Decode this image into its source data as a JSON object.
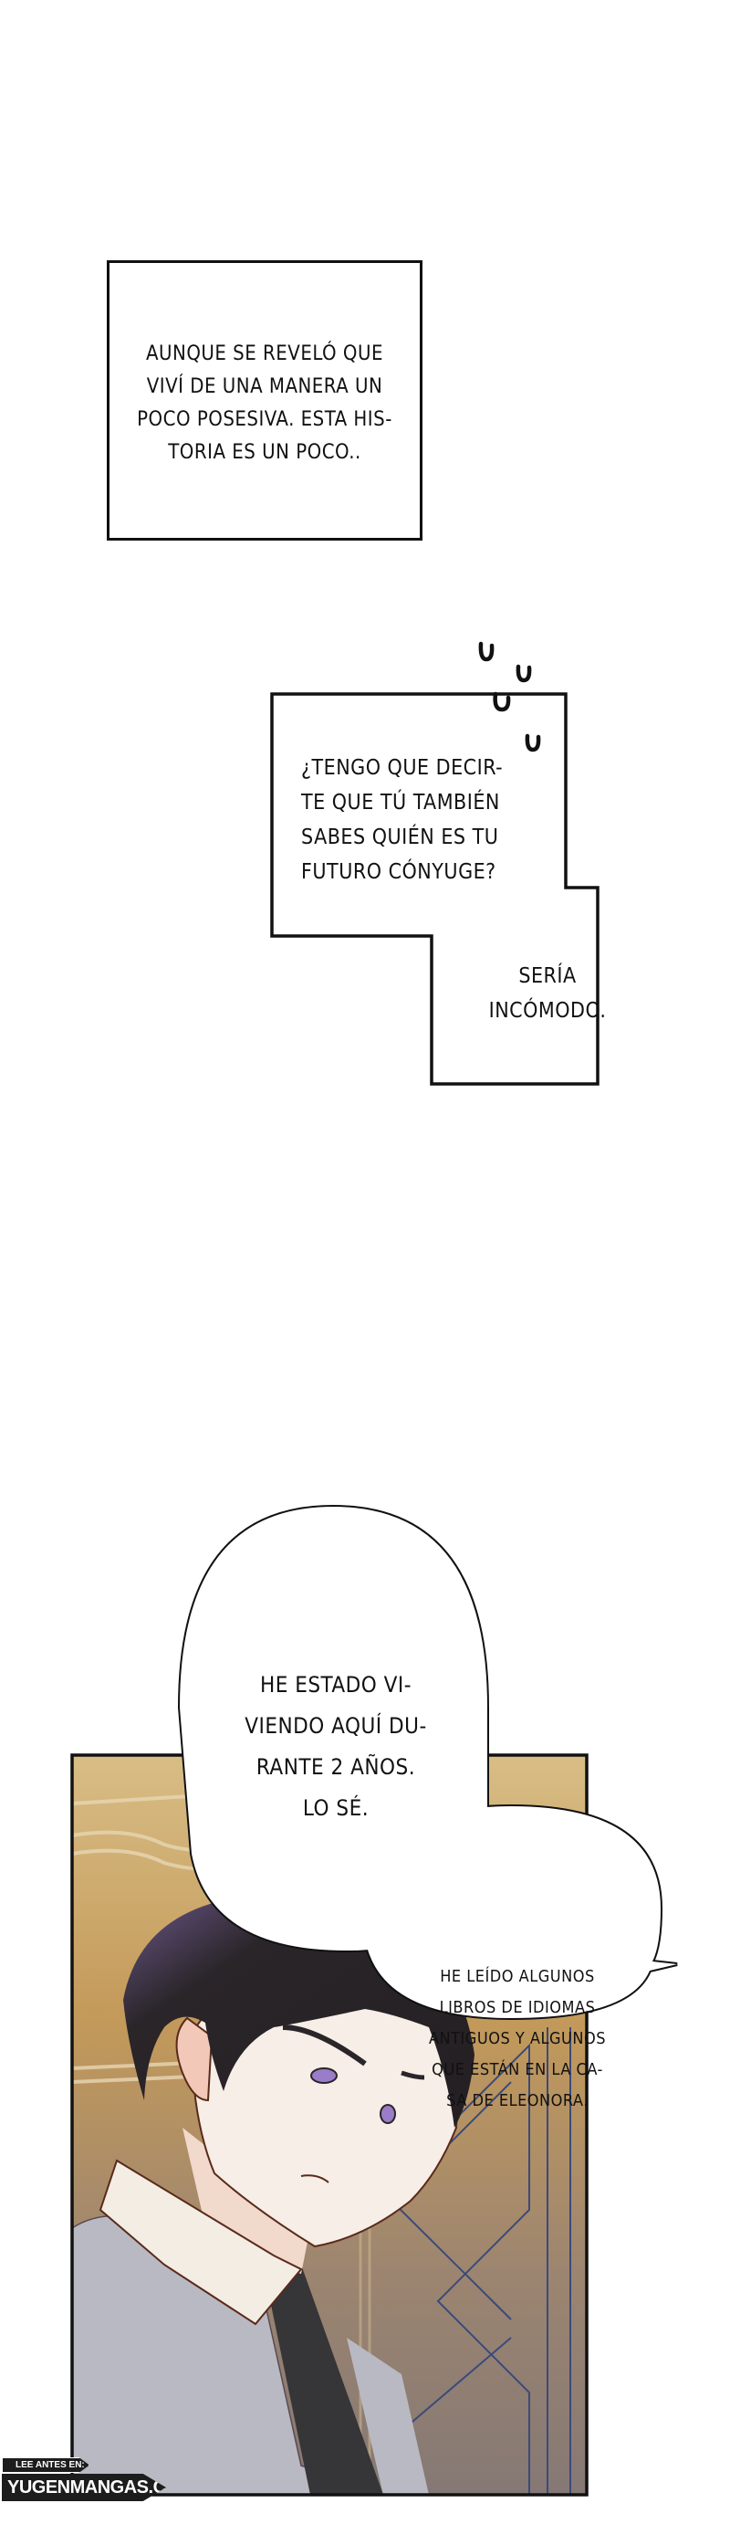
{
  "narration_box_1": {
    "lines": [
      "AUNQUE SE REVELÓ QUE",
      "VIVÍ DE UNA MANERA UN",
      "POCO POSESIVA. ESTA HIS-",
      "TORIA ES UN POCO.."
    ]
  },
  "narration_box_2": {
    "question_lines": [
      "¿TENGO QUE DECIR-",
      "TE QUE TÚ TAMBIÉN",
      "SABES QUIÉN ES TU",
      "FUTURO CÓNYUGE?"
    ],
    "answer_lines": [
      "SERÍA",
      "INCÓMODO."
    ]
  },
  "speech_bubble_1": {
    "lines": [
      "HE ESTADO VI-",
      "VIENDO AQUÍ DU-",
      "RANTE 2 AÑOS.",
      "LO SÉ."
    ]
  },
  "speech_bubble_2": {
    "lines": [
      "HE LEÍDO ALGUNOS",
      "LIBROS DE IDIOMAS",
      "ANTIGUOS Y ALGUNOS",
      "QUE ESTÁN EN LA CA-",
      "SA DE ELEONORA."
    ]
  },
  "watermark": {
    "small_label": "LEE ANTES EN:",
    "site": "YUGENMANGAS.COM"
  },
  "colors": {
    "panel_bg_top": "#cfae6e",
    "panel_bg_bottom": "#8c7d74",
    "hair": "#2a2529",
    "hair_highlight": "#8a6aa8",
    "skin": "#f6eee7",
    "vest": "#b8b8c2",
    "tie": "#363538",
    "eye": "#9a7cc8"
  }
}
